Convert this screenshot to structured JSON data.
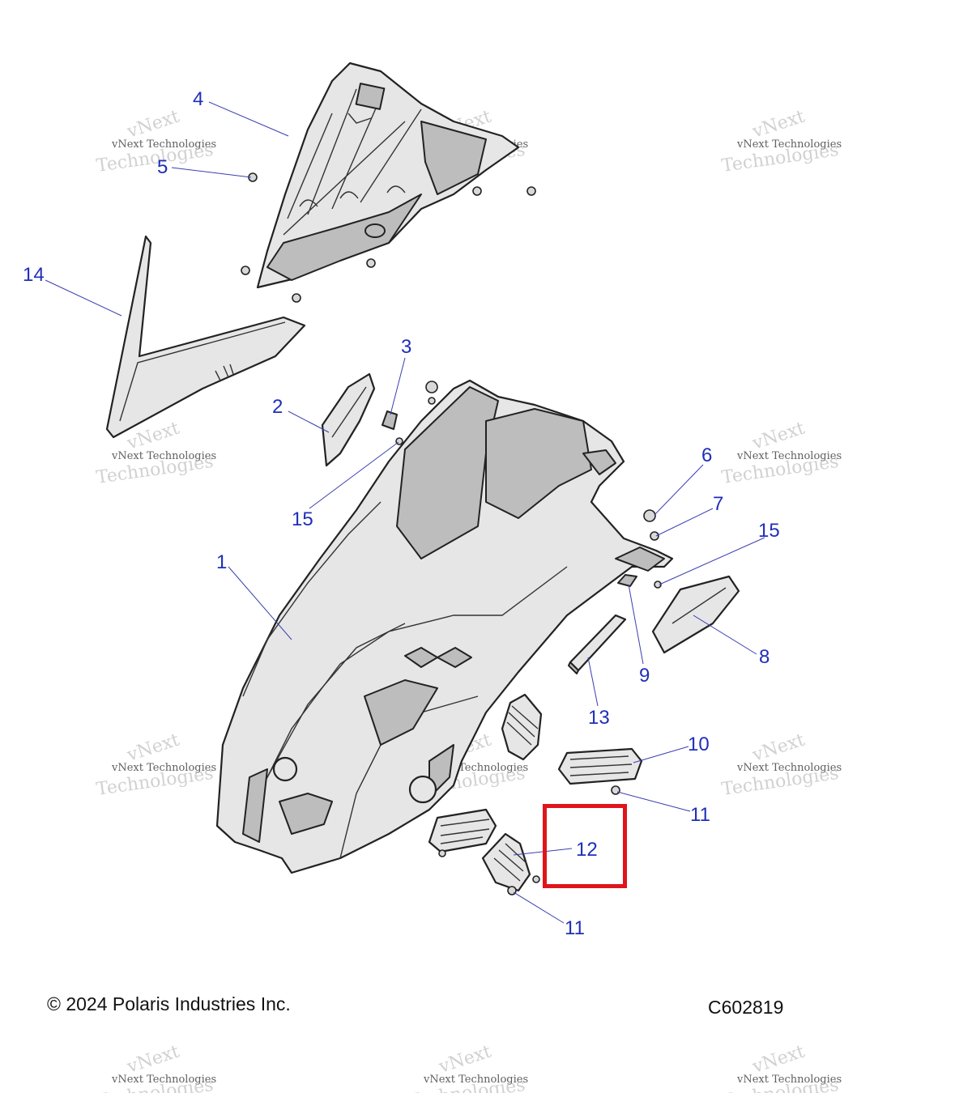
{
  "footer": {
    "copyright": "© 2024 Polaris Industries Inc.",
    "figure_code": "C602819"
  },
  "watermark": {
    "line1": "vNext",
    "line2": "Technologies",
    "line3": "vNext Technologies"
  },
  "callouts": [
    {
      "id": "c1",
      "label": "1"
    },
    {
      "id": "c2",
      "label": "2"
    },
    {
      "id": "c3",
      "label": "3"
    },
    {
      "id": "c4",
      "label": "4"
    },
    {
      "id": "c5",
      "label": "5"
    },
    {
      "id": "c6",
      "label": "6"
    },
    {
      "id": "c7",
      "label": "7"
    },
    {
      "id": "c8",
      "label": "8"
    },
    {
      "id": "c9",
      "label": "9"
    },
    {
      "id": "c10",
      "label": "10"
    },
    {
      "id": "c11a",
      "label": "11"
    },
    {
      "id": "c11b",
      "label": "11"
    },
    {
      "id": "c12",
      "label": "12"
    },
    {
      "id": "c13",
      "label": "13"
    },
    {
      "id": "c14",
      "label": "14"
    },
    {
      "id": "c15a",
      "label": "15"
    },
    {
      "id": "c15b",
      "label": "15"
    }
  ],
  "highlight": {
    "target_label": "12",
    "color": "#e0141b"
  },
  "colors": {
    "callout": "#1f2fb8",
    "line_art": "#222222"
  }
}
